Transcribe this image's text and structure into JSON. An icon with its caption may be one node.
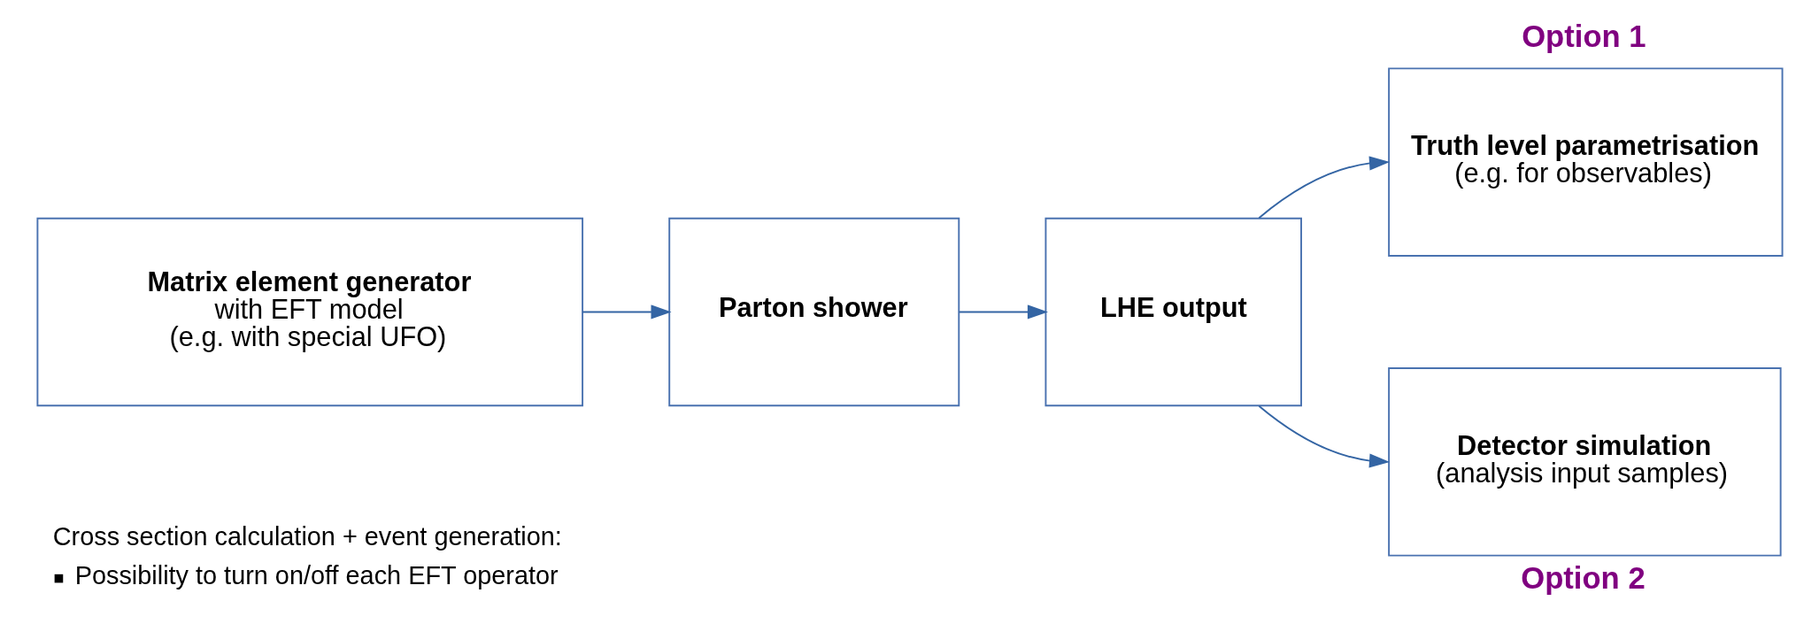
{
  "diagram": {
    "nodes": [
      {
        "text": [
          "Matrix element generator",
          "with EFT model",
          "(e.g. with special UFO)"
        ]
      },
      {
        "text": [
          "Parton shower"
        ]
      },
      {
        "text": [
          "LHE output"
        ]
      },
      {
        "text": [
          "Truth level parametrisation",
          "(e.g. for observables)"
        ],
        "beside": [
          "Option 1"
        ]
      },
      {
        "text": [
          "Detector simulation",
          "(analysis input samples)"
        ],
        "beside": [
          "Option 2"
        ]
      }
    ],
    "edges": [
      {
        "from": 0,
        "to": 1,
        "arrow": "to"
      },
      {
        "from": 1,
        "to": 2,
        "arrow": "to"
      },
      {
        "from": 2,
        "to": 3,
        "arrow": "to"
      },
      {
        "from": 2,
        "to": 4,
        "arrow": "to"
      }
    ],
    "labels": [
      "Cross section calculation + event generation:",
      "Possibility to turn on/off each EFT operator"
    ]
  }
}
